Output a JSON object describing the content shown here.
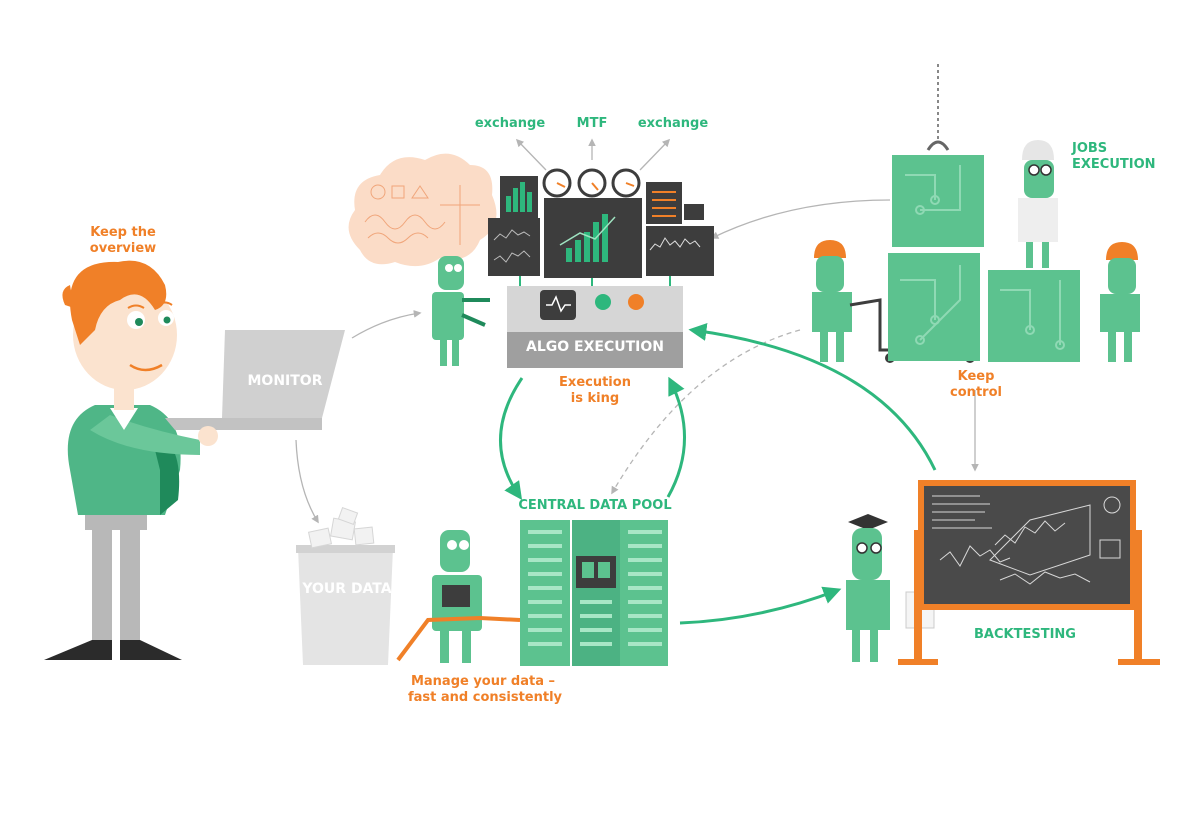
{
  "colors": {
    "green": "#2eb77d",
    "robot_green": "#5cc28f",
    "dark_green": "#1f8a5b",
    "orange": "#f08028",
    "gray": "#b8b8b8",
    "dark": "#3a3a3a"
  },
  "labels": {
    "keep_overview_1": "Keep the",
    "keep_overview_2": "overview",
    "monitor": "MONITOR",
    "your_data": "YOUR DATA",
    "exchange_left": "exchange",
    "mtf": "MTF",
    "exchange_right": "exchange",
    "algo_execution": "ALGO EXECUTION",
    "execution_king_1": "Execution",
    "execution_king_2": "is king",
    "central_data_pool": "CENTRAL DATA POOL",
    "manage_data_1": "Manage your data –",
    "manage_data_2": "fast and consistently",
    "jobs_execution_1": "JOBS",
    "jobs_execution_2": "EXECUTION",
    "keep_control_1": "Keep",
    "keep_control_2": "control",
    "backtesting": "BACKTESTING"
  }
}
